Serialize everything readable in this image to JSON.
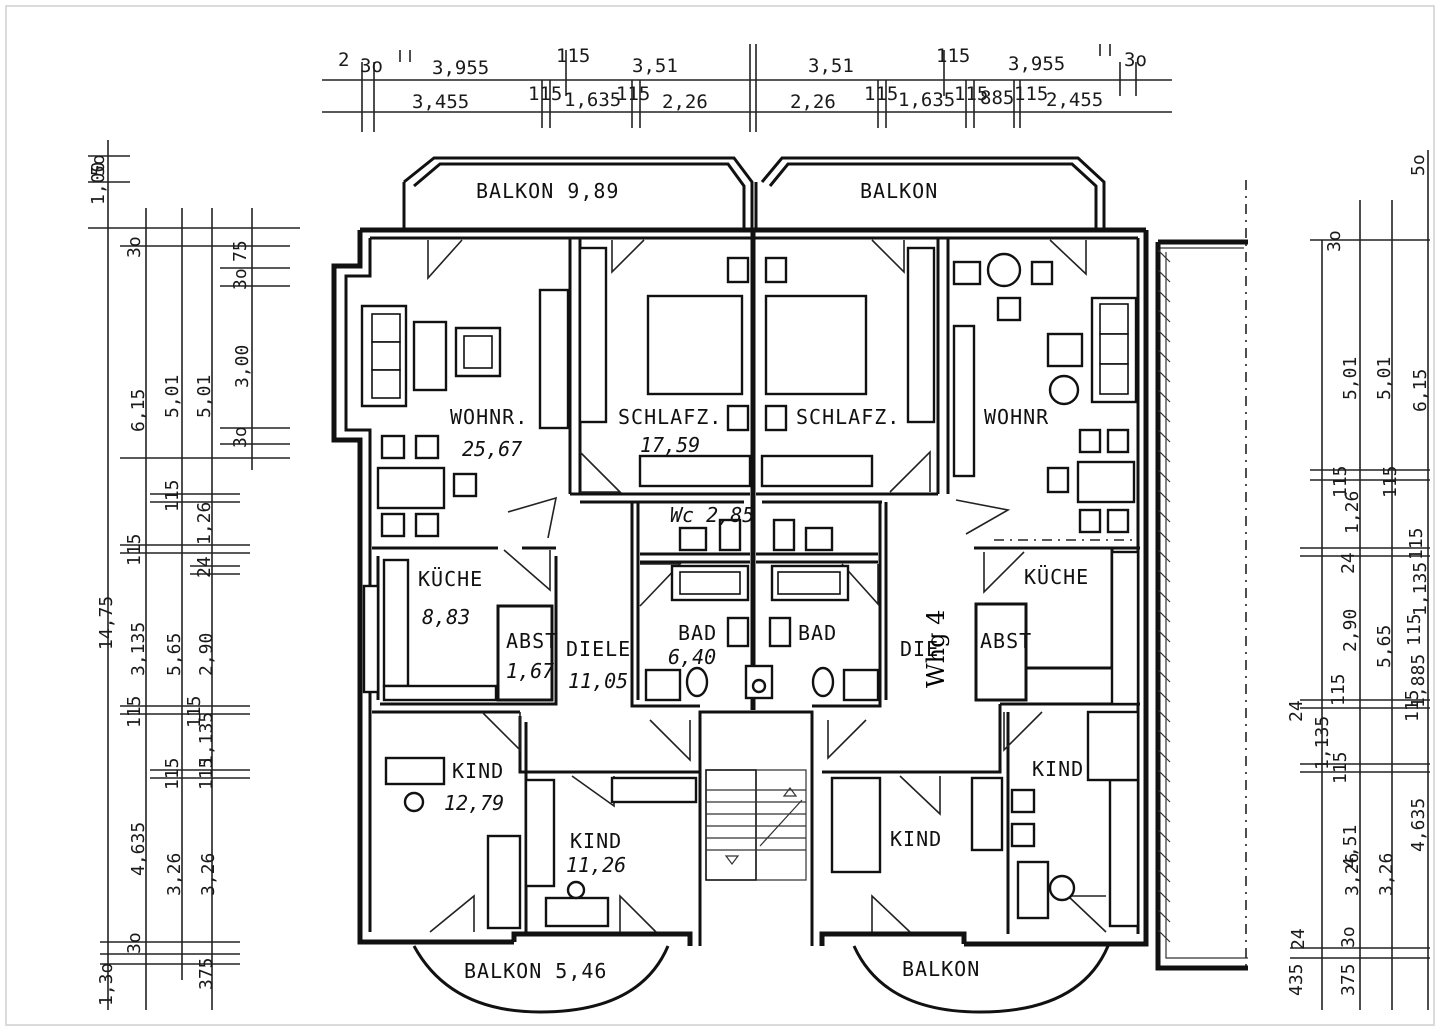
{
  "plan": {
    "top_dims_row1": [
      "2",
      "3o",
      "3,955",
      "115",
      "3,51",
      "3,51",
      "115",
      "3,955",
      "3o"
    ],
    "top_dims_row2": [
      "3,455",
      "115",
      "1,635",
      "115",
      "2,26",
      "2,26",
      "115",
      "1,635",
      "115",
      "885",
      "115",
      "2,455"
    ],
    "left_dims": [
      "1,00",
      "5o",
      "3o",
      "3o",
      "75",
      "6,15",
      "5,01",
      "5,01",
      "3,00",
      "3o",
      "115",
      "115",
      "1,26",
      "24",
      "14,75",
      "3,135",
      "5,65",
      "2,90",
      "115",
      "115",
      "1,135",
      "115",
      "115",
      "4,635",
      "3,26",
      "3,26",
      "3o",
      "1,3o",
      "375"
    ],
    "right_dims": [
      "5o",
      "3o",
      "5,01",
      "5,01",
      "6,15",
      "115",
      "115",
      "1,26",
      "24",
      "115",
      "1,135",
      "115",
      "2,90",
      "5,65",
      "1,885",
      "115",
      "24",
      "1,135",
      "115",
      "115",
      "4,51",
      "3,26",
      "3,26",
      "4,635",
      "24",
      "3o",
      "435",
      "375"
    ],
    "rooms": {
      "balkon_top_left": "BALKON 9,89",
      "balkon_top_right": "BALKON",
      "wohnr_left": "WOHNR.",
      "wohnr_left_area": "25,67",
      "schlafz_left": "SCHLAFZ.",
      "schlafz_left_area": "17,59",
      "schlafz_right": "SCHLAFZ.",
      "wohnr_right": "WOHNR",
      "wc": "Wc 2,85",
      "kueche_left": "KÜCHE",
      "kueche_left_area": "8,83",
      "abst_left": "ABST",
      "abst_left_area": "1,67",
      "diele_left": "DIELE",
      "diele_left_area": "11,05",
      "bad_left": "BAD",
      "bad_left_area": "6,40",
      "bad_right": "BAD",
      "diele_right": "DIE",
      "abst_right": "ABST",
      "kueche_right": "KÜCHE",
      "kind_left_1": "KIND",
      "kind_left_1_area": "12,79",
      "kind_left_2": "KIND",
      "kind_left_2_area": "11,26",
      "kind_right_1": "KIND",
      "kind_right_2": "KIND",
      "balkon_bottom_left": "BALKON 5,46",
      "balkon_bottom_right": "BALKON"
    },
    "whg_label": "Whg  4"
  }
}
